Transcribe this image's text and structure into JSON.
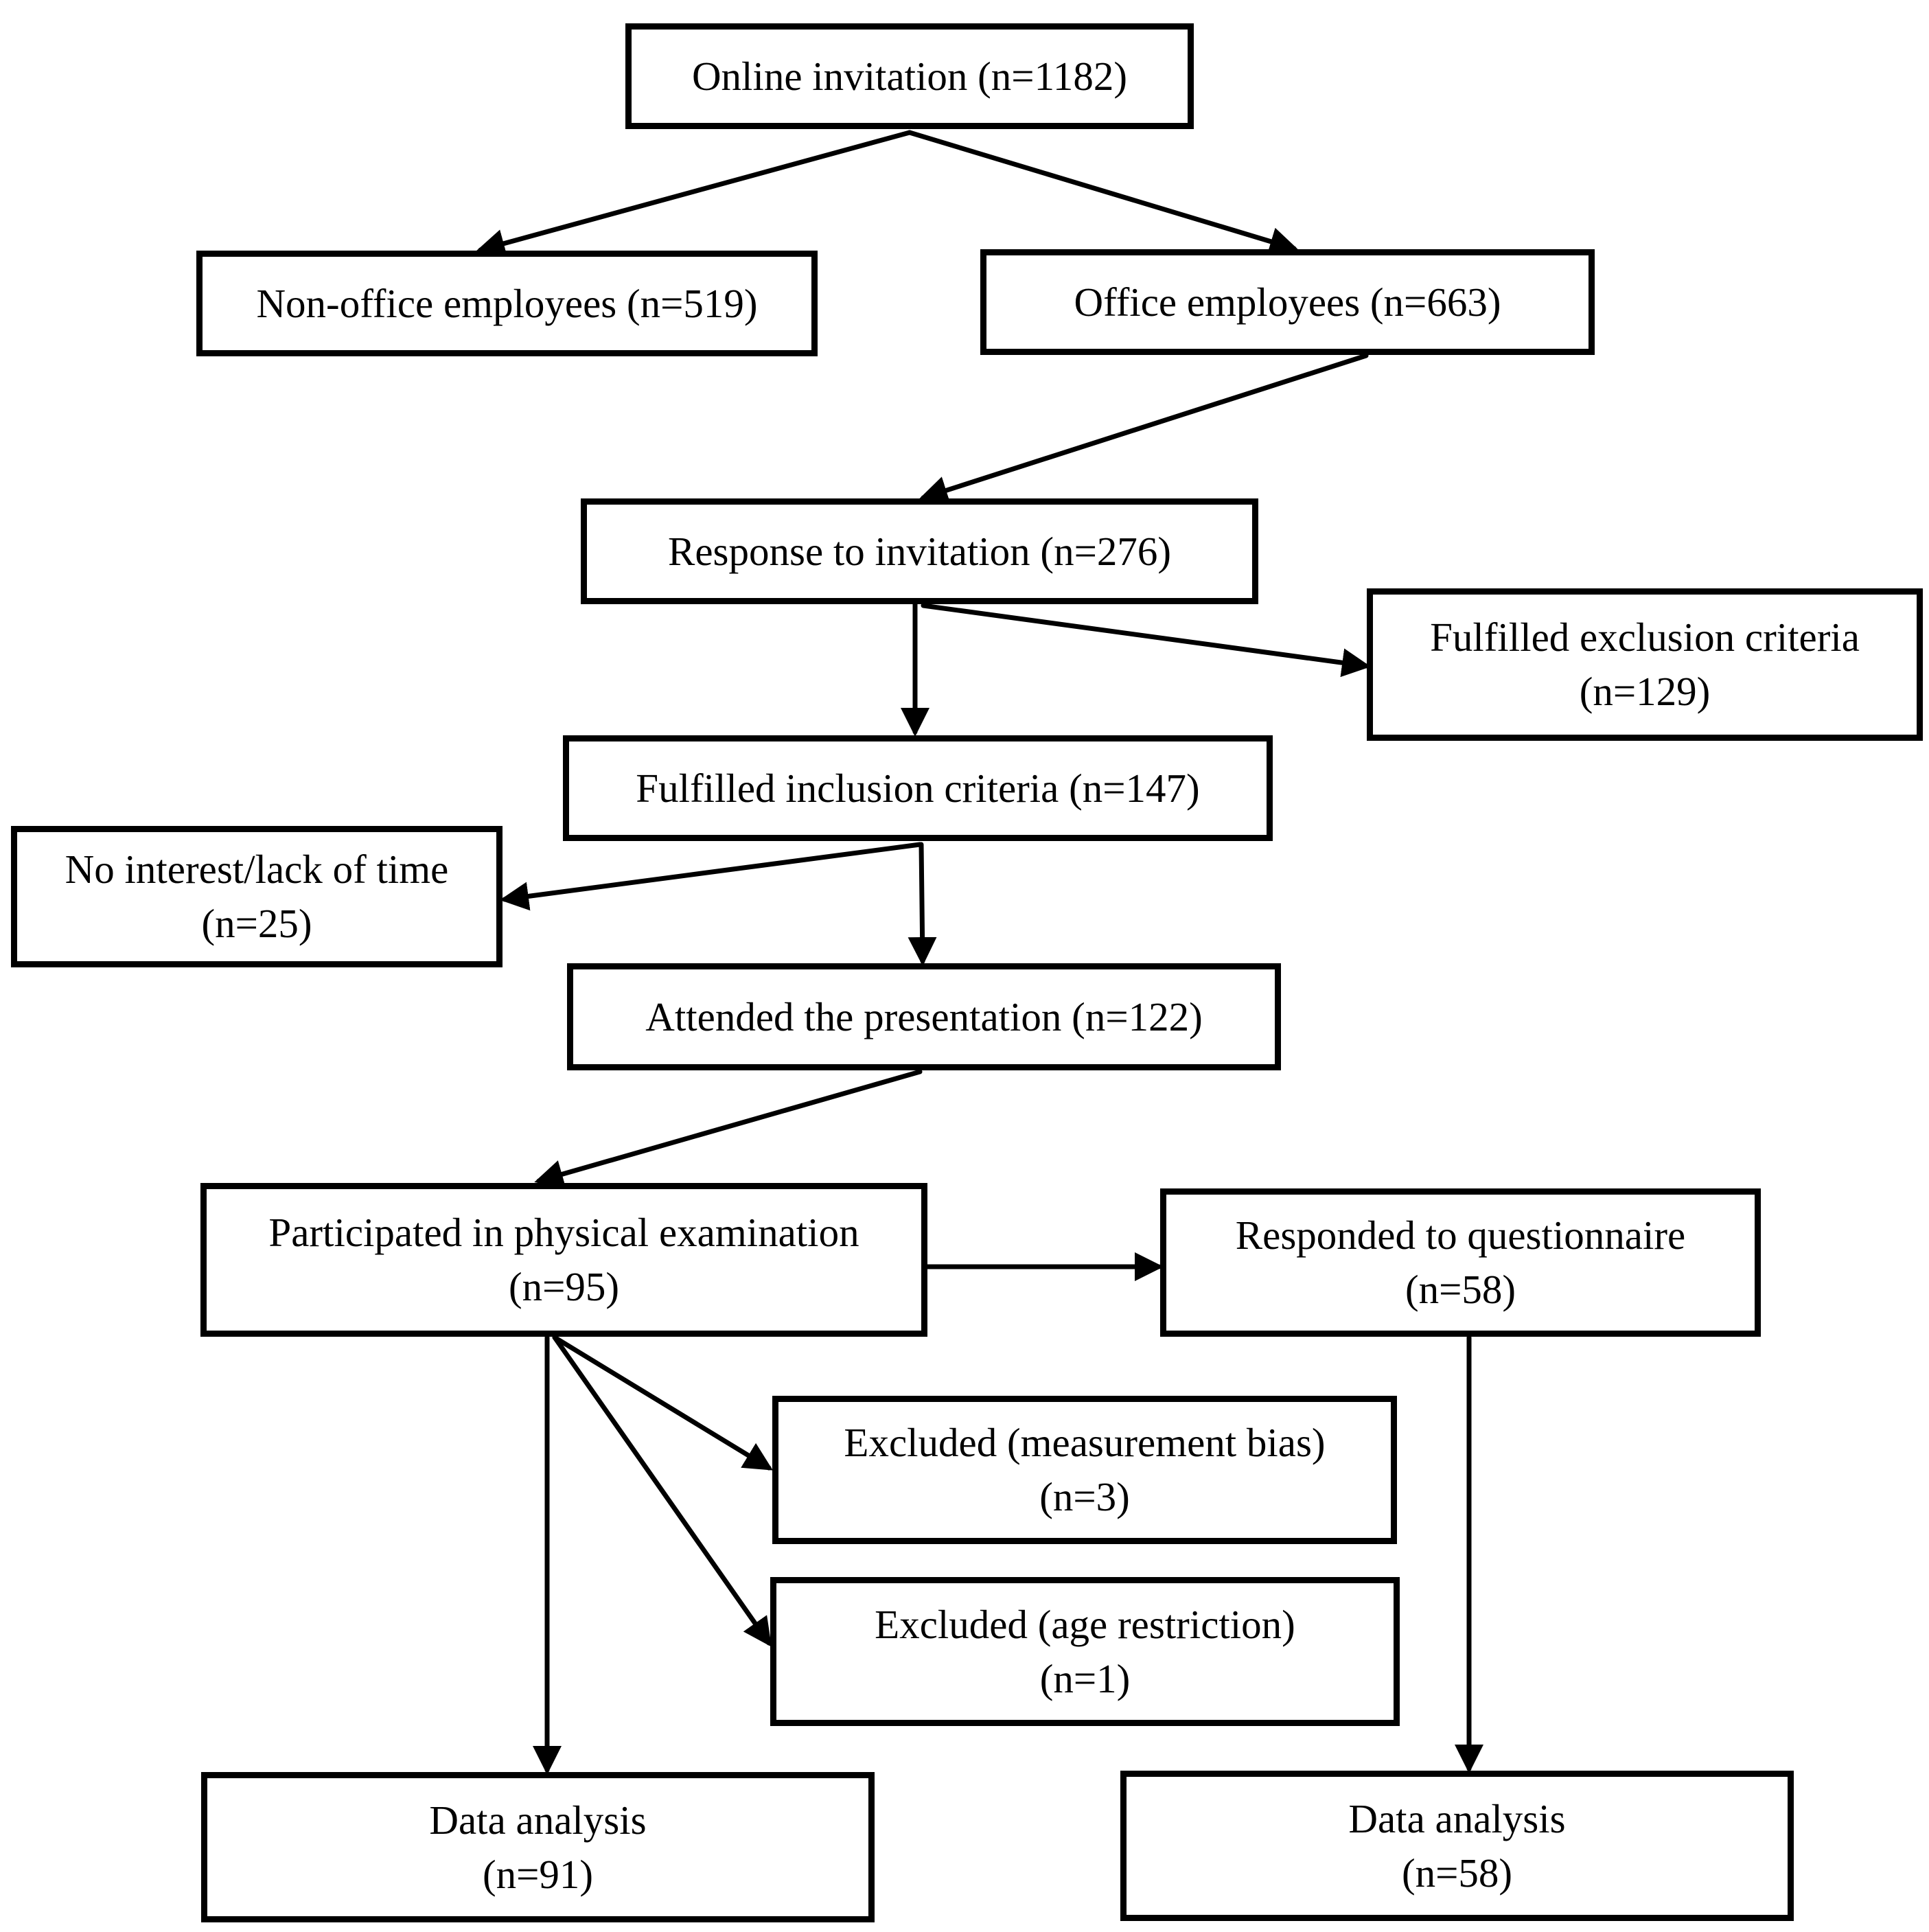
{
  "flowchart": {
    "online_invitation": {
      "label": "Online invitation (n=1182)"
    },
    "non_office": {
      "label": "Non-office employees (n=519)"
    },
    "office": {
      "label": "Office employees (n=663)"
    },
    "response": {
      "label": "Response to invitation (n=276)"
    },
    "exclusion": {
      "line1": "Fulfilled exclusion criteria",
      "line2": "(n=129)"
    },
    "inclusion": {
      "label": "Fulfilled inclusion criteria (n=147)"
    },
    "no_interest": {
      "line1": "No interest/lack of time",
      "line2": "(n=25)"
    },
    "attended": {
      "label": "Attended the presentation (n=122)"
    },
    "physical": {
      "line1": "Participated in physical examination",
      "line2": "(n=95)"
    },
    "questionnaire": {
      "line1": "Responded to questionnaire",
      "line2": "(n=58)"
    },
    "excluded_bias": {
      "line1": "Excluded (measurement bias)",
      "line2": "(n=3)"
    },
    "excluded_age": {
      "line1": "Excluded (age restriction)",
      "line2": "(n=1)"
    },
    "analysis_left": {
      "line1": "Data analysis",
      "line2": "(n=91)"
    },
    "analysis_right": {
      "line1": "Data analysis",
      "line2": "(n=58)"
    }
  },
  "colors": {
    "stroke": "#000000",
    "background": "#ffffff"
  }
}
